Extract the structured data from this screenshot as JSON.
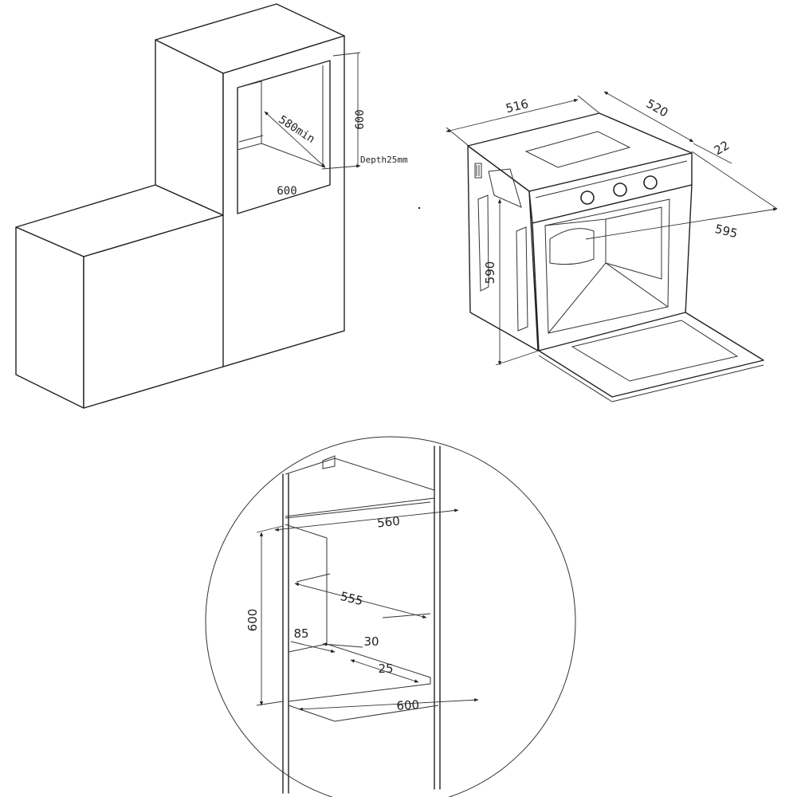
{
  "top_left": {
    "dim_height": "600",
    "dim_inner_depth": "580min",
    "dim_width": "600",
    "depth_note": "Depth25mm"
  },
  "top_right": {
    "dim_depth_body": "516",
    "dim_depth_total": "520",
    "dim_front": "22",
    "dim_width": "595",
    "dim_height": "590"
  },
  "bottom": {
    "dim_width_top": "560",
    "dim_depth": "555",
    "dim_height": "600",
    "dim_vent_left": "85",
    "dim_vent_front": "30",
    "dim_vent_gap": "25",
    "dim_width_bottom": "600"
  }
}
